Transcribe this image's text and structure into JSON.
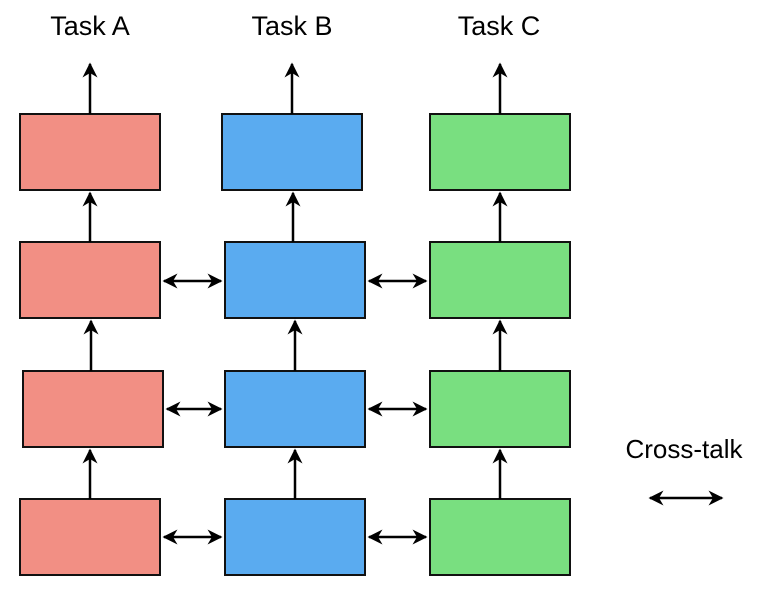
{
  "tasks": [
    {
      "title": "Task A",
      "color": "#f28f84"
    },
    {
      "title": "Task B",
      "color": "#5aabf0"
    },
    {
      "title": "Task C",
      "color": "#79df80"
    }
  ],
  "layers_per_task": 4,
  "legend": {
    "label": "Cross-talk",
    "icon": "double-arrow-icon"
  }
}
